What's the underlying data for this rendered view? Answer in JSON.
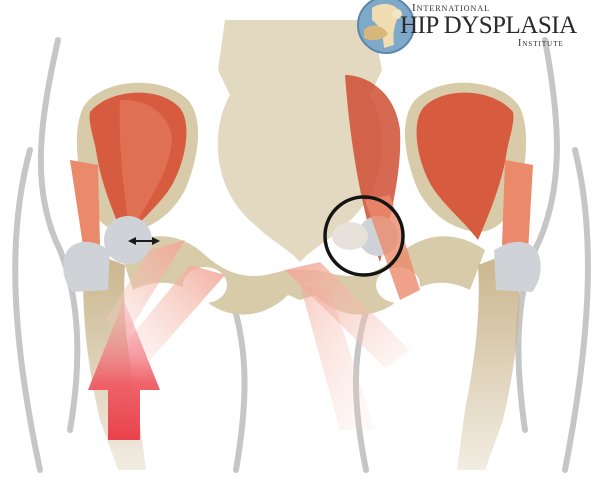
{
  "logo": {
    "line1": "International",
    "line2": "HIP DYSPLASIA",
    "line3": "Institute"
  },
  "icons": [
    "hip-logo-icon",
    "double-arrow-icon",
    "highlight-circle-icon"
  ],
  "colors": {
    "bone": "#d8cba9",
    "bone_dark": "#c9b48b",
    "muscle": "#d75c3f",
    "muscle_light": "#eb8a6b",
    "cartilage": "#cfd2d6",
    "outline": "#c6c6c6",
    "force_arrow": "#f0606a"
  }
}
